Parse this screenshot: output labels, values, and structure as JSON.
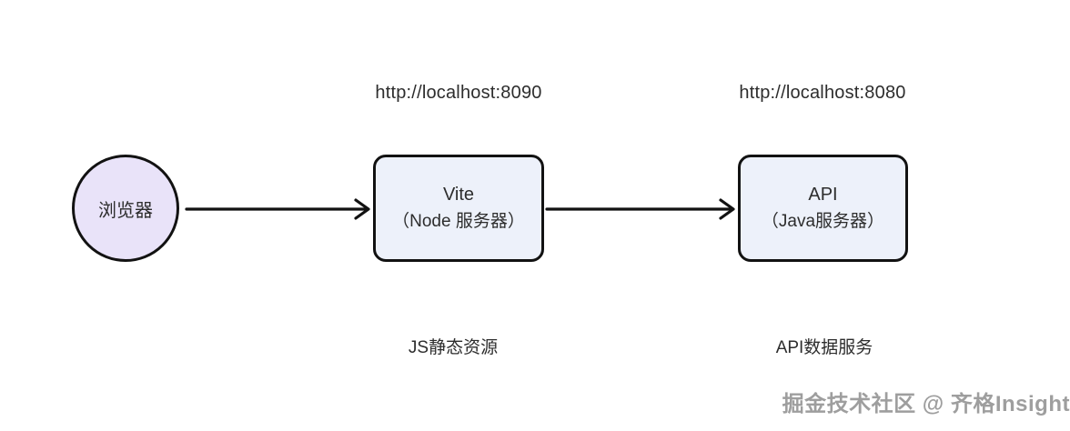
{
  "nodes": {
    "browser": {
      "label": "浏览器"
    },
    "vite": {
      "title": "Vite",
      "subtitle": "（Node 服务器）",
      "url": "http://localhost:8090",
      "caption": "JS静态资源"
    },
    "api": {
      "title": "API",
      "subtitle": "（Java服务器）",
      "url": "http://localhost:8080",
      "caption": "API数据服务"
    }
  },
  "watermark": "掘金技术社区 @ 齐格Insight",
  "colors": {
    "browser_fill": "#e9e3f9",
    "server_box_fill": "#edf1fa",
    "border": "#121212",
    "text": "#2d2d2d",
    "watermark_text": "#9e9e9e",
    "background": "#ffffff"
  }
}
